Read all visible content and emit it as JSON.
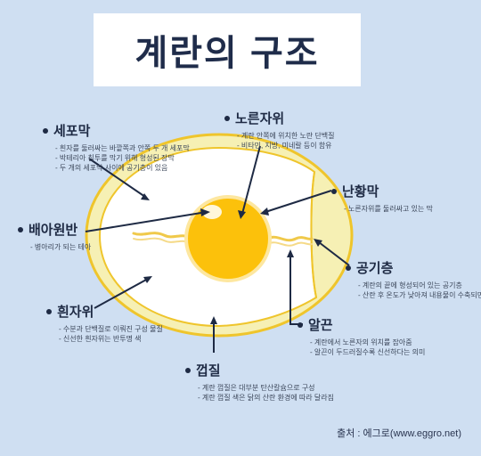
{
  "title": "계란의 구조",
  "source": "출처 : 에그로(www.eggro.net)",
  "colors": {
    "background": "#cfdff2",
    "shell": "#f6f0b4",
    "shell_outline": "#efc52c",
    "albumen": "#ffffff",
    "yolk": "#fcc10b",
    "yolk_rim": "#fde7a0",
    "text": "#1e2a44"
  },
  "labels": {
    "cell_membrane": {
      "name": "세포막",
      "notes": [
        "흰자를 둘러싸는 바깥쪽과 안쪽 두 개 세포막",
        "박테리아 침투를 막기 위해 형성된 장막",
        "두 개의 세포막 사이에 공기층이 있음"
      ]
    },
    "blastodisc": {
      "name": "배아원반",
      "notes": [
        "병아리가 되는 테아"
      ]
    },
    "albumen": {
      "name": "흰자위",
      "notes": [
        "수분과 단백질로 이뤄진 구성 물질",
        "신선한 흰자위는 반투명 색"
      ]
    },
    "shell": {
      "name": "껍질",
      "notes": [
        "계란 껍질은 대부분 탄산칼슘으로 구성",
        "계란 껍질 색은 닭의 산란 환경에 따라 달라짐"
      ]
    },
    "yolk": {
      "name": "노른자위",
      "notes": [
        "계란 안쪽에 위치한 노란 단백질",
        "비타민, 지방, 미네랄 등이 함유"
      ]
    },
    "vitelline_membrane": {
      "name": "난황막",
      "notes": [
        "노른자위를 둘러싸고 있는 막"
      ]
    },
    "air_cell": {
      "name": "공기층",
      "notes": [
        "계란의 끝에 형성되어 있는 공기층",
        "산란 후 온도가 낮아져 내용물이 수축되면서 생김"
      ]
    },
    "chalaza": {
      "name": "알끈",
      "notes": [
        "계란에서 노른자의 위치를 잡아줌",
        "알끈이 두드러질수록 신선하다는 의미"
      ]
    }
  }
}
